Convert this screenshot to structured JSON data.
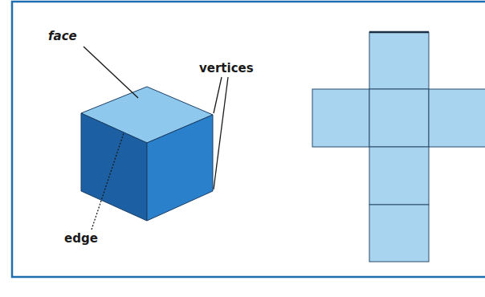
{
  "diagram": {
    "labels": [
      "face",
      "vertices",
      "edge"
    ]
  }
}
